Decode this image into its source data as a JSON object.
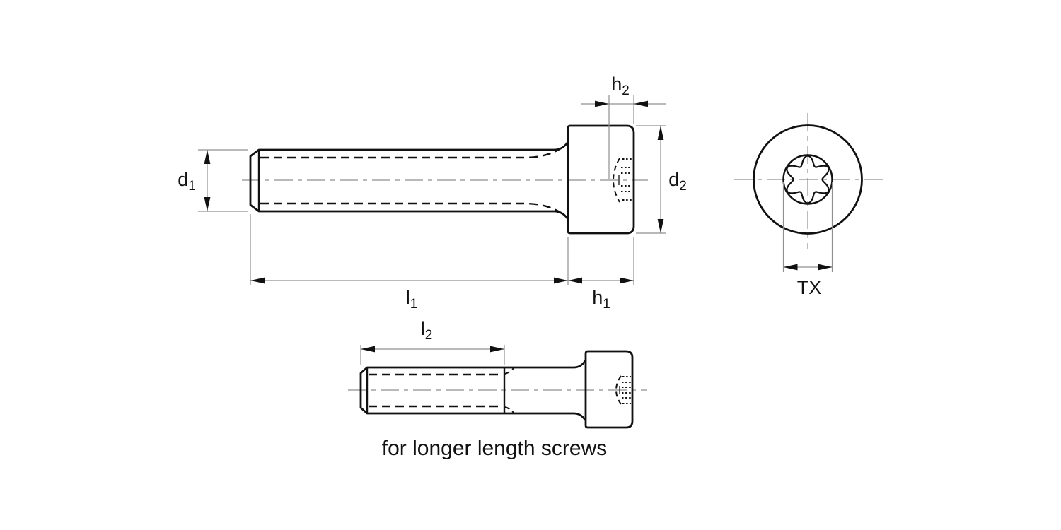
{
  "drawing": {
    "caption": "for longer length screws",
    "dimension_labels": {
      "d1": {
        "base": "d",
        "sub": "1"
      },
      "d2": {
        "base": "d",
        "sub": "2"
      },
      "h1": {
        "base": "h",
        "sub": "1"
      },
      "h2": {
        "base": "h",
        "sub": "2"
      },
      "l1": {
        "base": "l",
        "sub": "1"
      },
      "l2": {
        "base": "l",
        "sub": "2"
      },
      "tx": {
        "base": "TX",
        "sub": ""
      }
    },
    "colors": {
      "outline": "#111111",
      "thin_line": "#8f8f8f",
      "background": "#ffffff"
    }
  }
}
